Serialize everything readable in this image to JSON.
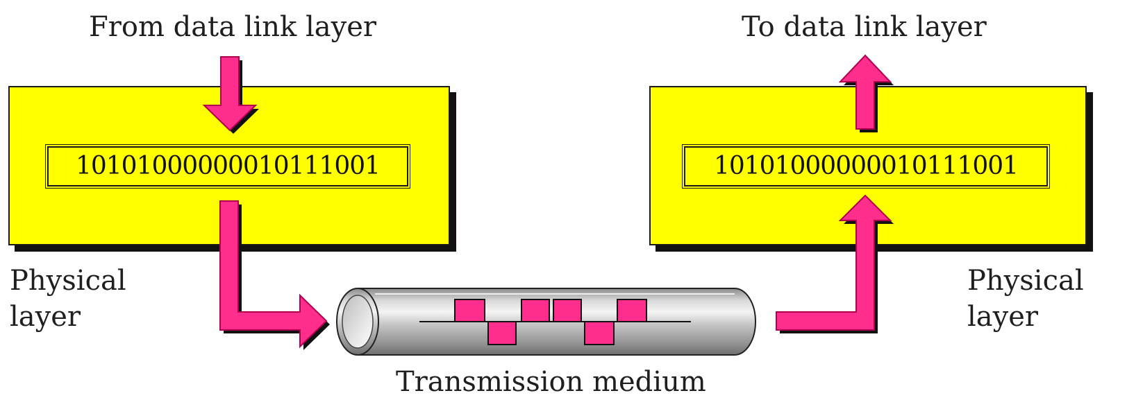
{
  "sender": {
    "source_label": "From data link layer",
    "bits": "10101000000010111001",
    "layer_label_line1": "Physical",
    "layer_label_line2": "layer"
  },
  "receiver": {
    "destination_label": "To data link layer",
    "bits": "10101000000010111001",
    "layer_label_line1": "Physical",
    "layer_label_line2": "layer"
  },
  "medium": {
    "label": "Transmission medium"
  },
  "colors": {
    "layer_fill": "#ffff00",
    "arrow_fill": "#ff2d8c",
    "shadow": "#111111",
    "cable_gray": "#b8b8b8"
  }
}
